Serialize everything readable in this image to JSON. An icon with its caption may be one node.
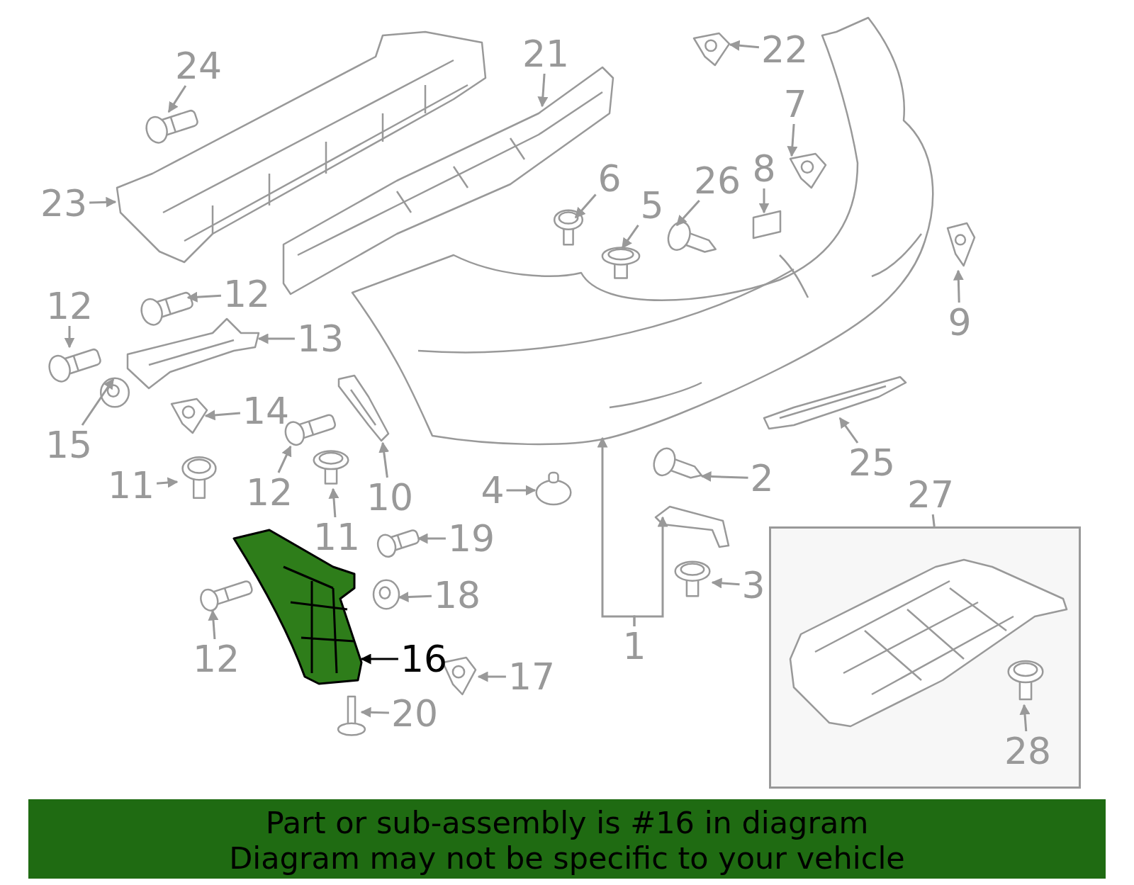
{
  "diagram": {
    "nodes": [
      {
        "text": [
          "24"
        ]
      },
      {
        "text": [],
        "shape": "picture"
      },
      {
        "text": [
          "21"
        ]
      },
      {
        "text": [],
        "shape": "picture"
      },
      {
        "text": [
          "22"
        ]
      },
      {
        "text": [],
        "shape": "picture"
      },
      {
        "text": [
          "7"
        ]
      },
      {
        "text": [],
        "shape": "picture"
      },
      {
        "text": [
          "23"
        ]
      },
      {
        "text": [],
        "shape": "picture"
      },
      {
        "text": [
          "6"
        ]
      },
      {
        "text": [],
        "shape": "picture"
      },
      {
        "text": [
          "5"
        ]
      },
      {
        "text": [],
        "shape": "picture"
      },
      {
        "text": [
          "26"
        ]
      },
      {
        "text": [],
        "shape": "picture"
      },
      {
        "text": [
          "8"
        ]
      },
      {
        "text": [],
        "shape": "box"
      },
      {
        "text": [],
        "shape": "picture"
      },
      {
        "text": [
          "9"
        ]
      },
      {
        "text": [],
        "shape": "picture"
      },
      {
        "text": [
          "12"
        ]
      },
      {
        "text": [],
        "shape": "picture"
      },
      {
        "text": [
          "12"
        ]
      },
      {
        "text": [],
        "shape": "picture"
      },
      {
        "text": [
          "13"
        ]
      },
      {
        "text": [],
        "shape": "picture"
      },
      {
        "text": [
          "15"
        ]
      },
      {
        "text": [],
        "shape": "picture"
      },
      {
        "text": [
          "14"
        ]
      },
      {
        "text": [],
        "shape": "picture"
      },
      {
        "text": [
          "12"
        ]
      },
      {
        "text": [],
        "shape": "picture"
      },
      {
        "text": [
          "10"
        ]
      },
      {
        "text": [],
        "shape": "picture"
      },
      {
        "text": [
          "11"
        ]
      },
      {
        "text": [],
        "shape": "picture"
      },
      {
        "text": [
          "11"
        ]
      },
      {
        "text": [],
        "shape": "picture"
      },
      {
        "text": [
          "4"
        ]
      },
      {
        "text": [],
        "shape": "circle"
      },
      {
        "text": [
          "2"
        ]
      },
      {
        "text": [],
        "shape": "picture"
      },
      {
        "text": [
          "25"
        ]
      },
      {
        "text": [],
        "shape": "picture"
      },
      {
        "text": [
          "27"
        ]
      },
      {
        "text": [],
        "shape": "box"
      },
      {
        "text": [],
        "shape": "picture",
        "in": 46
      },
      {
        "text": [],
        "shape": "picture",
        "in": 46
      },
      {
        "text": [
          "28"
        ],
        "in": 46
      },
      {
        "text": [],
        "shape": "picture"
      },
      {
        "text": [
          "1"
        ]
      },
      {
        "text": [
          "19"
        ]
      },
      {
        "text": [],
        "shape": "picture"
      },
      {
        "text": [
          "18"
        ]
      },
      {
        "text": [],
        "shape": "picture"
      },
      {
        "text": [
          "3"
        ]
      },
      {
        "text": [],
        "shape": "picture"
      },
      {
        "text": [
          "12"
        ]
      },
      {
        "text": [],
        "shape": "picture"
      },
      {
        "text": [
          "16"
        ]
      },
      {
        "text": [],
        "shape": "picture"
      },
      {
        "text": [
          "17"
        ]
      },
      {
        "text": [],
        "shape": "picture"
      },
      {
        "text": [
          "20"
        ]
      },
      {
        "text": [],
        "shape": "picture"
      }
    ],
    "edges": [
      {
        "from": 0,
        "to": 1,
        "arrow": "to"
      },
      {
        "from": 2,
        "to": 3,
        "arrow": "to"
      },
      {
        "from": 4,
        "to": 5,
        "arrow": "to"
      },
      {
        "from": 6,
        "to": 7,
        "arrow": "to"
      },
      {
        "from": 8,
        "to": 9,
        "arrow": "to"
      },
      {
        "from": 10,
        "to": 11,
        "arrow": "to"
      },
      {
        "from": 12,
        "to": 13,
        "arrow": "to"
      },
      {
        "from": 14,
        "to": 15,
        "arrow": "to"
      },
      {
        "from": 16,
        "to": 17,
        "arrow": "to"
      },
      {
        "from": 51,
        "to": 18,
        "arrow": "to"
      },
      {
        "from": 19,
        "to": 20,
        "arrow": "to"
      },
      {
        "from": 21,
        "to": 22,
        "arrow": "to"
      },
      {
        "from": 23,
        "to": 24,
        "arrow": "to"
      },
      {
        "from": 25,
        "to": 26,
        "arrow": "to"
      },
      {
        "from": 27,
        "to": 28,
        "arrow": "to"
      },
      {
        "from": 29,
        "to": 30,
        "arrow": "to"
      },
      {
        "from": 31,
        "to": 32,
        "arrow": "to"
      },
      {
        "from": 33,
        "to": 34,
        "arrow": "to"
      },
      {
        "from": 35,
        "to": 36,
        "arrow": "to"
      },
      {
        "from": 37,
        "to": 38,
        "arrow": "to"
      },
      {
        "from": 39,
        "to": 40,
        "arrow": "to"
      },
      {
        "from": 41,
        "to": 42,
        "arrow": "to"
      },
      {
        "from": 43,
        "to": 44,
        "arrow": "to"
      },
      {
        "from": 45,
        "to": 46,
        "arrow": "none"
      },
      {
        "from": 49,
        "to": 48,
        "arrow": "to"
      },
      {
        "from": 51,
        "to": 50,
        "arrow": "to"
      },
      {
        "from": 52,
        "to": 53,
        "arrow": "to"
      },
      {
        "from": 54,
        "to": 55,
        "arrow": "to"
      },
      {
        "from": 56,
        "to": 57,
        "arrow": "to"
      },
      {
        "from": 58,
        "to": 59,
        "arrow": "to"
      },
      {
        "from": 60,
        "to": 61,
        "arrow": "to",
        "color": "#000000"
      },
      {
        "from": 62,
        "to": 63,
        "arrow": "to"
      },
      {
        "from": 64,
        "to": 65,
        "arrow": "to"
      }
    ],
    "labels": [
      "Part or sub-assembly is #16 in diagram",
      "Diagram may not be specific to your vehicle"
    ]
  }
}
